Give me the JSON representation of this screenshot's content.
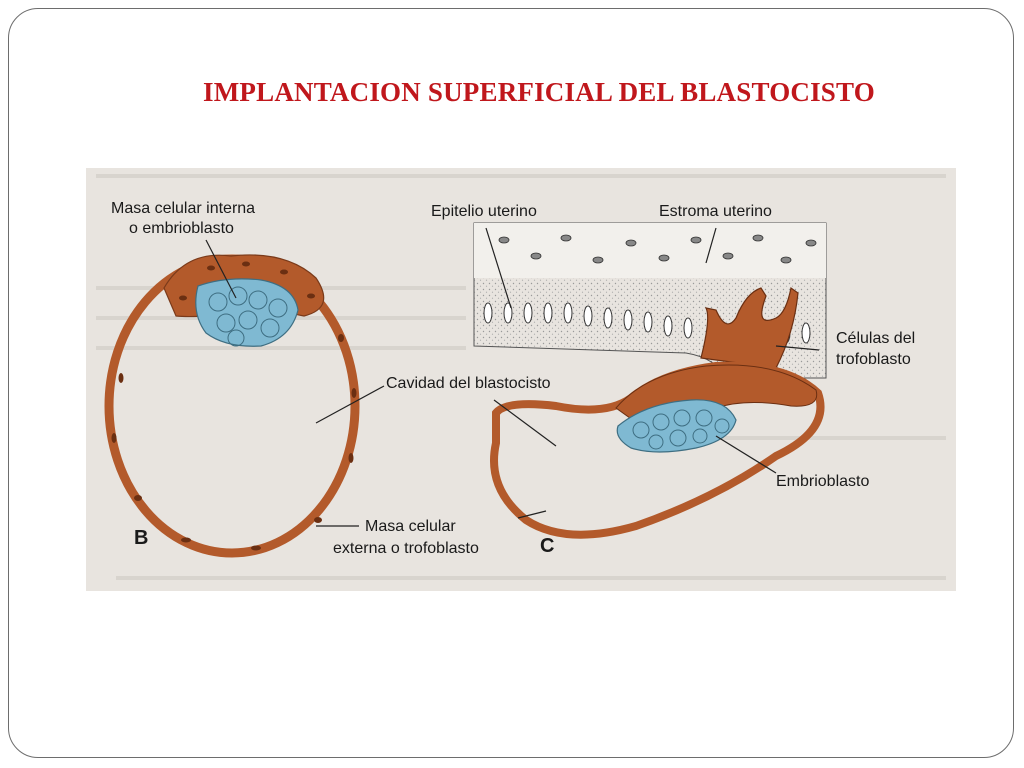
{
  "slide": {
    "title": "IMPLANTACION SUPERFICIAL DEL BLASTOCISTO"
  },
  "figure": {
    "labels": {
      "masa_interna_1": "Masa celular interna",
      "masa_interna_2": "o embrioblasto",
      "epitelio": "Epitelio uterino",
      "estroma": "Estroma uterino",
      "celulas_troof_1": "Células del",
      "celulas_troof_2": "trofoblasto",
      "cavidad": "Cavidad del blastocisto",
      "embrioblasto": "Embrioblasto",
      "masa_externa_1": "Masa celular",
      "masa_externa_2": "externa o trofoblasto",
      "panel_b": "B",
      "panel_c": "C"
    },
    "colors": {
      "trophoblast": "#b35a2b",
      "embryoblast": "#7fb9d2",
      "page_background": "#e9e5e0",
      "stroma": "#f0eeea"
    }
  }
}
